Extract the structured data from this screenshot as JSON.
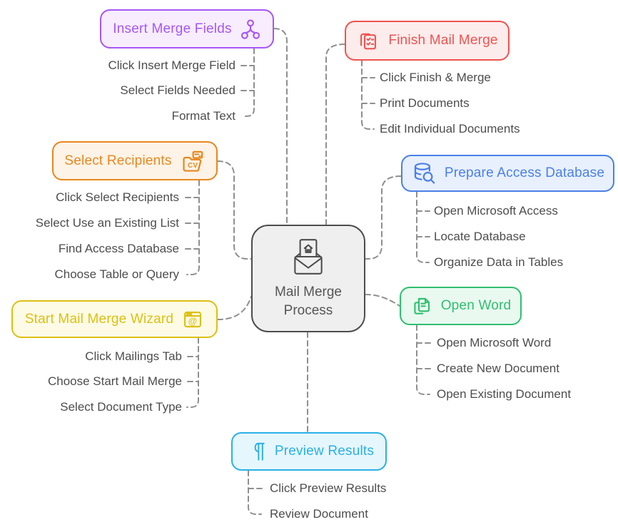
{
  "center": {
    "label": "Mail Merge Process",
    "icon": "envelope-letter-home-icon",
    "bg": "#efefef",
    "border": "#4d4d4d"
  },
  "connector_color": "#8f8f8f",
  "leaf_text_color": "#4d4d4d",
  "branches": [
    {
      "label": "Insert Merge Fields",
      "icon": "hierarchy-icon",
      "color": "#a855f7",
      "bg": "#f7edfe",
      "children": [
        "Click Insert Merge Field",
        "Select Fields Needed",
        "Format Text"
      ]
    },
    {
      "label": "Finish Mail Merge",
      "icon": "documents-checklist-icon",
      "color": "#ef5350",
      "bg": "#fdecec",
      "children": [
        "Click Finish & Merge",
        "Print Documents",
        "Edit Individual Documents"
      ]
    },
    {
      "label": "Select Recipients",
      "icon": "folder-cv-icon",
      "color": "#e8871f",
      "bg": "#fdf3e6",
      "children": [
        "Click Select Recipients",
        "Select Use an Existing List",
        "Find Access Database",
        "Choose Table or Query"
      ]
    },
    {
      "label": "Prepare Access Database",
      "icon": "database-search-icon",
      "color": "#4a80e8",
      "bg": "#e8f0fd",
      "children": [
        "Open Microsoft Access",
        "Locate Database",
        "Organize Data in Tables"
      ]
    },
    {
      "label": "Start Mail Merge Wizard",
      "icon": "window-at-icon",
      "color": "#ddc013",
      "bg": "#fdfbe6",
      "children": [
        "Click Mailings Tab",
        "Choose Start Mail Merge",
        "Select Document Type"
      ]
    },
    {
      "label": "Open Word",
      "icon": "document-copy-icon",
      "color": "#30bf6f",
      "bg": "#e9f9f0",
      "children": [
        "Open Microsoft Word",
        "Create New Document",
        "Open Existing Document"
      ]
    },
    {
      "label": "Preview Results",
      "icon": "pilcrow-icon",
      "color": "#29b1e6",
      "bg": "#e6f6fd",
      "children": [
        "Click Preview Results",
        "Review Document"
      ]
    }
  ]
}
